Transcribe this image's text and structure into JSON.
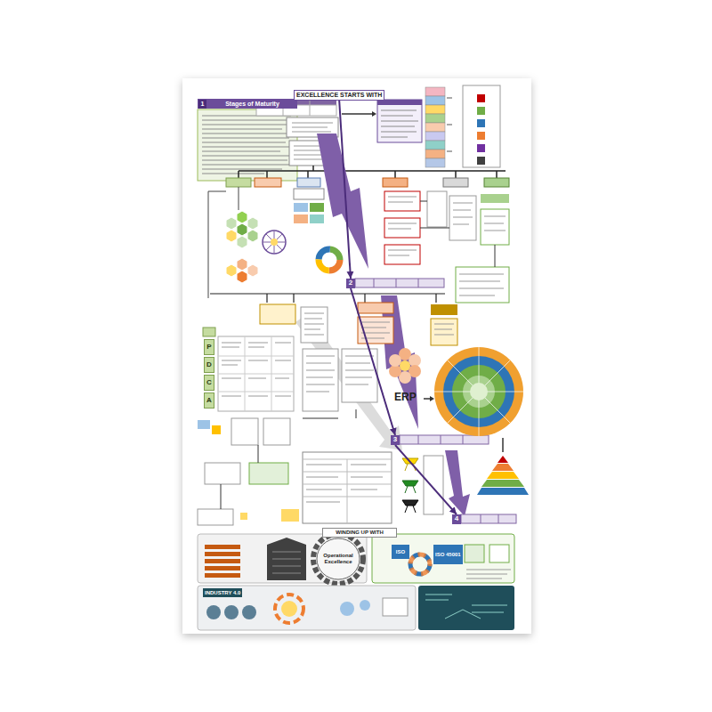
{
  "diagram": {
    "nodes": [
      {
        "text": [
          "Stages of Maturity"
        ]
      },
      {
        "text": [
          "1"
        ],
        "in": 0
      },
      {
        "text": [
          "EXCELLENCE STARTS WITH"
        ]
      },
      {
        "text": [
          "2"
        ]
      },
      {
        "text": [
          "P"
        ]
      },
      {
        "text": [
          "D"
        ]
      },
      {
        "text": [
          "C"
        ]
      },
      {
        "text": [
          "A"
        ]
      },
      {
        "text": [
          "3"
        ]
      },
      {
        "text": [
          "4"
        ]
      },
      {
        "text": [
          "WINDING UP WITH"
        ]
      },
      {
        "text": [
          "Operational Excellence"
        ]
      },
      {
        "text": [
          "ISO"
        ]
      },
      {
        "text": [
          "ISO 45001"
        ]
      },
      {
        "text": [
          "INDUSTRY 4.0"
        ]
      }
    ],
    "edges": [
      {
        "from": 2,
        "to": 3,
        "arrow": "to"
      },
      {
        "from": 3,
        "to": 8,
        "arrow": "to"
      },
      {
        "from": 8,
        "to": 9,
        "arrow": "to"
      }
    ],
    "labels": [
      "ERP"
    ]
  }
}
